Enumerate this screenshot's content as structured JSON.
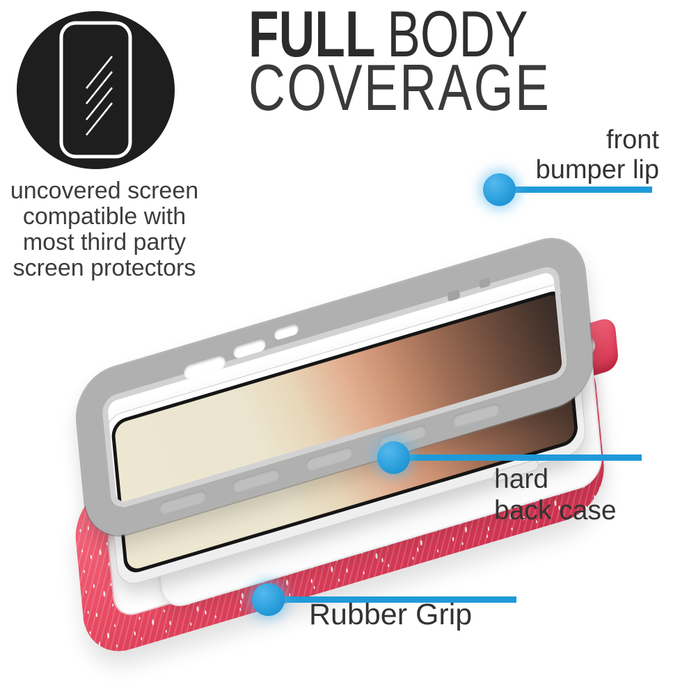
{
  "accent_color": "#1f9ad8",
  "badge": {
    "bg_color": "#1e1e1e",
    "icon": "phone-screen-shine-icon",
    "caption_line1": "uncovered screen",
    "caption_line2": "compatible with",
    "caption_line3": "most third party",
    "caption_line4": "screen protectors"
  },
  "title": {
    "word1": "FULL",
    "word2": "BODY",
    "line2": "COVERAGE"
  },
  "callouts": {
    "front_bumper": {
      "line1": "front",
      "line2": "bumper lip"
    },
    "back_case": {
      "line1": "hard",
      "line2": "back case"
    },
    "rubber_grip": {
      "label": "Rubber Grip"
    }
  },
  "product": {
    "front_bumper_color": "#b0b0b0",
    "rubber_grip_color": "#e84a62",
    "phone_color": "#ffffff",
    "back_case_color": "#fcfcfc"
  }
}
